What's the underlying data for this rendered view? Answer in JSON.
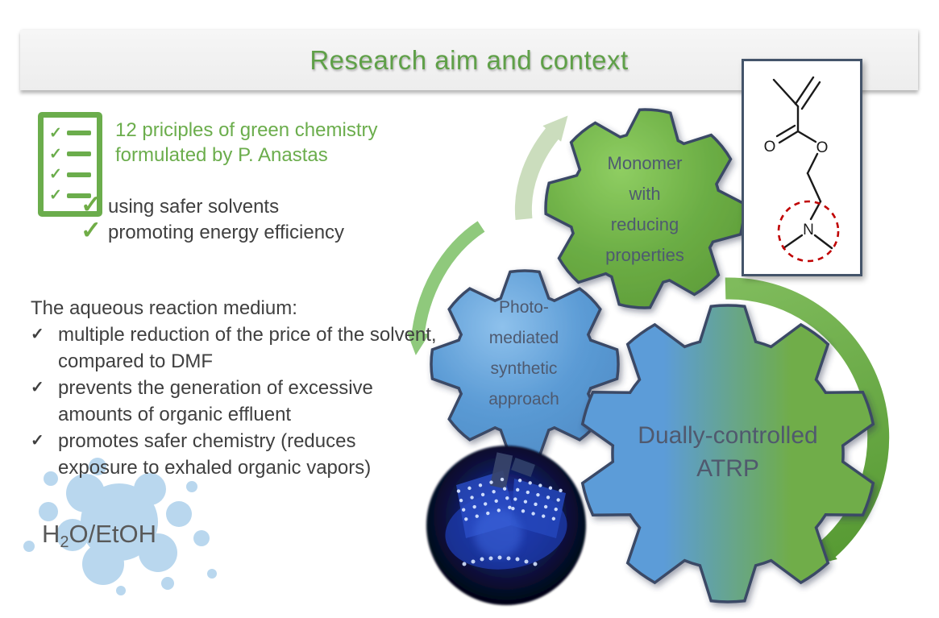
{
  "title": "Research aim and context",
  "icons": {
    "check": "✓"
  },
  "principles": {
    "heading": [
      "12 priciples of green chemistry",
      "formulated by P. Anastas"
    ],
    "items": [
      "using safer solvents",
      "promoting energy efficiency"
    ]
  },
  "aqueous_medium": {
    "heading": "The aqueous reaction medium:",
    "items": [
      "multiple reduction of the price of the solvent, compared to DMF",
      "prevents the generation of excessive amounts of organic effluent",
      "promotes safer chemistry (reduces exposure to exhaled organic vapors)"
    ]
  },
  "solvent": {
    "formula_main": "H",
    "formula_sub": "2",
    "formula_rest": "O/EtOH"
  },
  "gears": {
    "monomer": {
      "lines": [
        "Monomer",
        "with",
        "reducing",
        "properties"
      ],
      "color": "#6CAE45"
    },
    "photo": {
      "lines": [
        "Photo-",
        "mediated",
        "synthetic",
        "approach"
      ],
      "color": "#5B9BD5"
    },
    "atrp": {
      "lines": [
        "Dually-controlled",
        "ATRP"
      ],
      "color_start": "#5C9CD8",
      "color_end": "#70AD49"
    }
  },
  "molecule": {
    "atom_o_carbonyl": "O",
    "atom_o_ester": "O",
    "atom_n": "N"
  },
  "colors": {
    "title_green": "#5FA048",
    "accent_green": "#70AD47",
    "gear_outline": "#3B4A66",
    "splat_blue": "#B9D7EE",
    "text_dark": "#3F3F3F",
    "label_slate": "#4E5A70",
    "highlight_red": "#C00000",
    "arrow_pale": "#C9DCBA",
    "arrow_green": "#8FC97C"
  }
}
